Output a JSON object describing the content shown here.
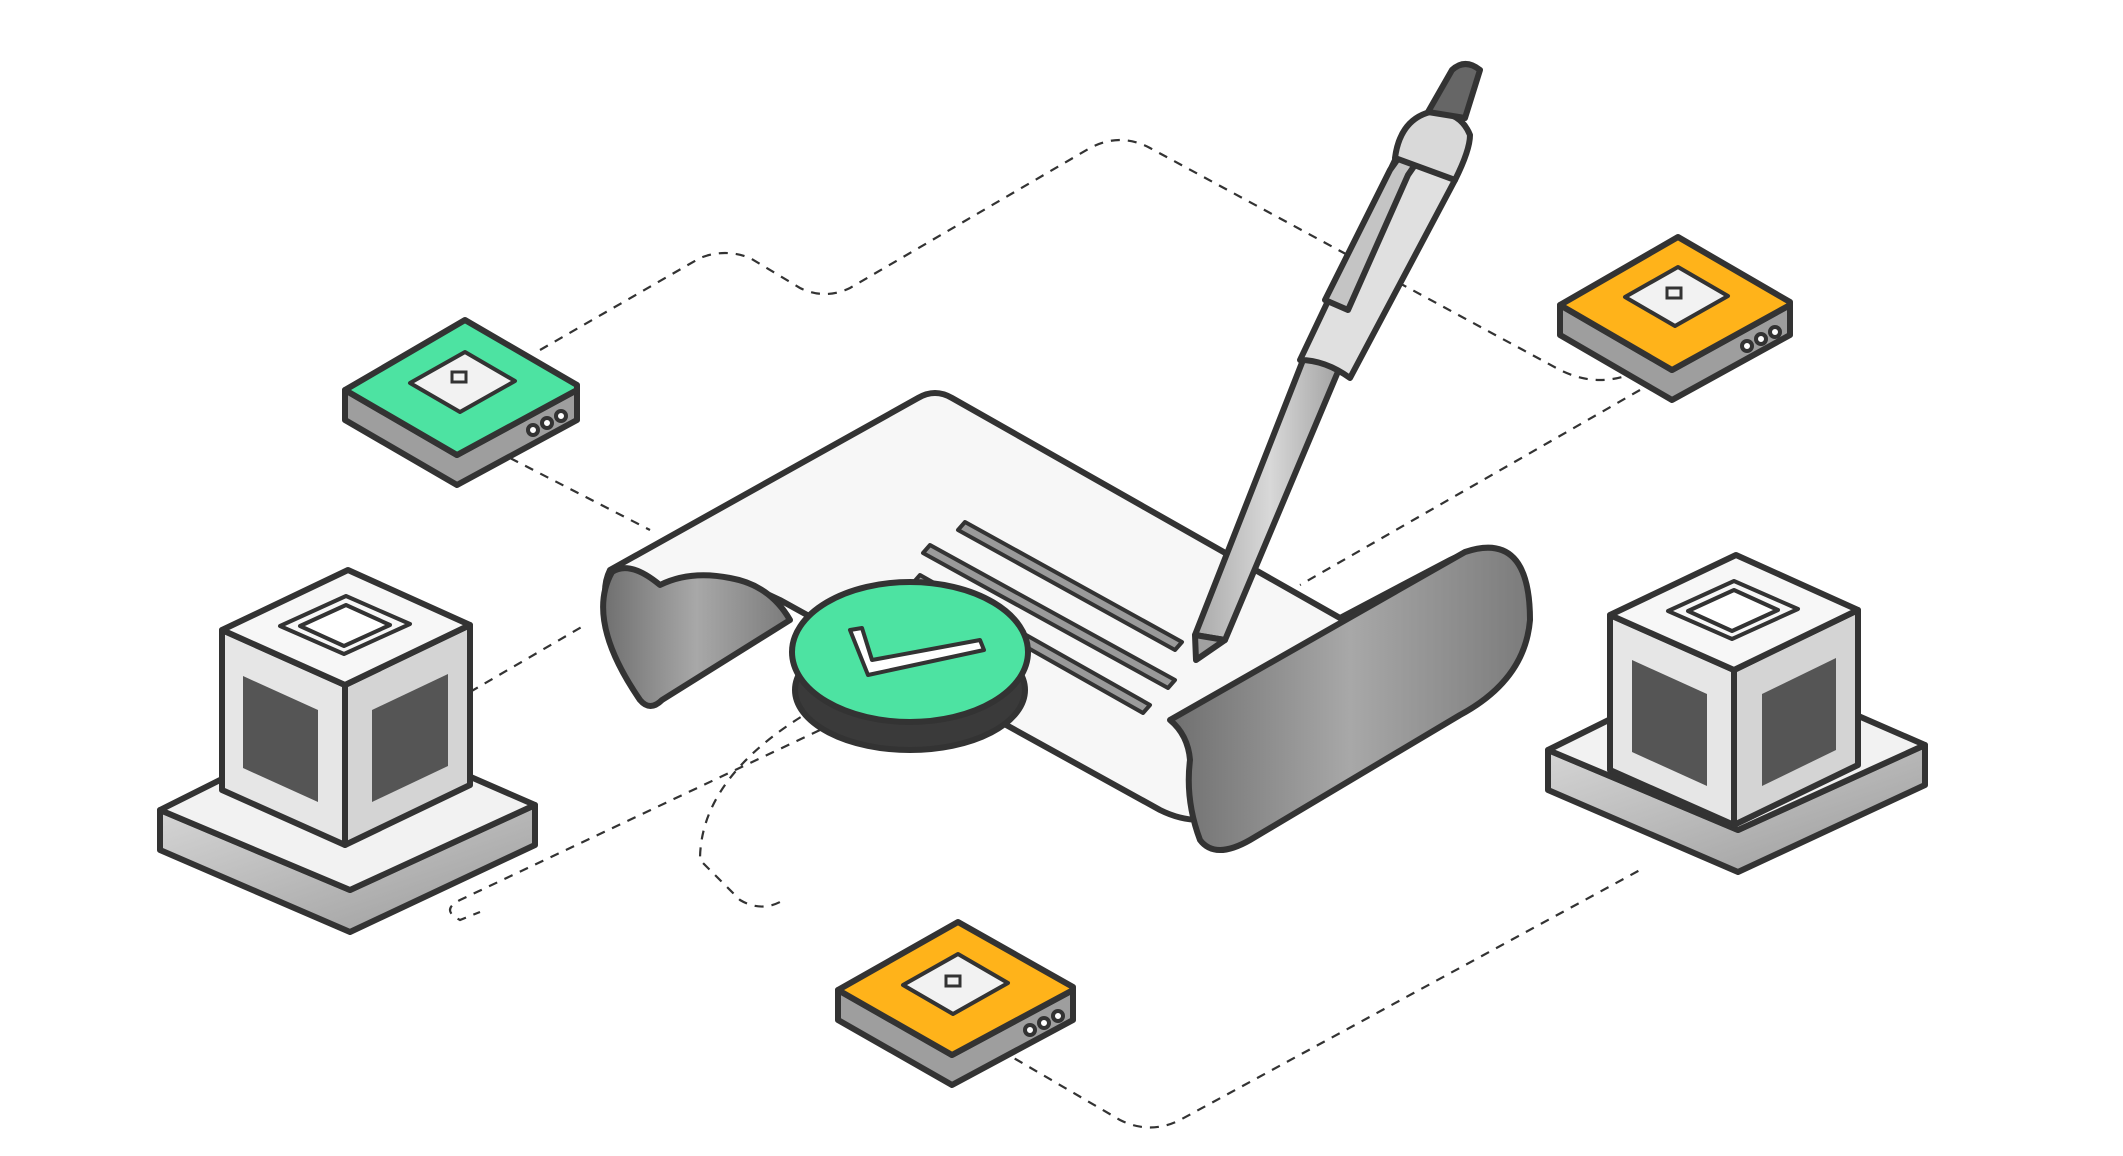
{
  "colors": {
    "background": "#ffffff",
    "outline": "#333333",
    "accent_green": "#4de3a2",
    "accent_amber": "#ffb31a",
    "device_side": "#b3b3b3",
    "cube_face": "#f2f2f2",
    "roller_shade": "#8a8a8a",
    "paper": "#f7f7f7",
    "pen_body": "#c9c9c9"
  },
  "icons": {
    "document": "signed-contract-icon",
    "pen": "ballpoint-pen-icon",
    "approval": "checkmark-seal-icon",
    "node_green": "hardware-node-icon",
    "node_amber": "hardware-node-icon",
    "server": "server-cube-icon"
  },
  "nodes": [
    {
      "id": "node-top-left",
      "color": "#4de3a2"
    },
    {
      "id": "node-top-right",
      "color": "#ffb31a"
    },
    {
      "id": "node-bottom",
      "color": "#ffb31a"
    }
  ],
  "servers": [
    {
      "id": "server-left"
    },
    {
      "id": "server-right"
    }
  ]
}
